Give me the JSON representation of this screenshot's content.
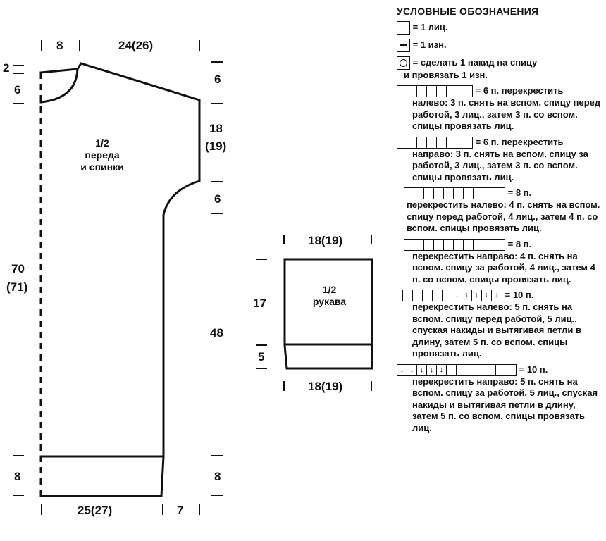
{
  "body_diagram": {
    "top_neck_width": "8",
    "top_shoulder_width": "24(26)",
    "left_top_drop": "2",
    "left_neck_depth": "6",
    "left_length": "70",
    "left_length_alt": "(71)",
    "left_rib": "8",
    "right_shoulder_drop": "6",
    "right_armhole": "18",
    "right_armhole_alt": "(19)",
    "right_armhole_curve": "6",
    "right_side": "48",
    "right_rib": "8",
    "bottom_width": "25(27)",
    "bottom_side_step": "7",
    "label_line1": "1/2",
    "label_line2": "переда",
    "label_line3": "и спинки"
  },
  "sleeve_diagram": {
    "top_width": "18(19)",
    "bottom_width": "18(19)",
    "height": "17",
    "cuff": "5",
    "label_line1": "1/2",
    "label_line2": "рукава"
  },
  "legend": {
    "title": "УСЛОВНЫЕ ОБОЗНАЧЕНИЯ",
    "knit": "= 1 лиц.",
    "purl": "= 1 изн.",
    "yo_line1": "= сделать 1 накид на спицу",
    "yo_line2": "и провязать 1 изн.",
    "c6l_eq": "= 6 п. перекрестить",
    "c6l_desc": "налево: 3 п. снять на вспом. спицу перед работой, 3 лиц., затем 3 п. со вспом. спицы провязать лиц.",
    "c6r_eq": "= 6 п. перекрестить",
    "c6r_desc": "направо: 3 п. снять на вспом. спицу за работой, 3 лиц., затем 3 п. со вспом. спицы провязать лиц.",
    "c8l_eq": "= 8 п.",
    "c8l_desc": "перекрестить налево: 4 п. снять на вспом. спицу перед работой, 4 лиц., затем 4 п. со вспом. спицы провязать лиц.",
    "c8r_eq": "= 8 п.",
    "c8r_desc": "перекрестить направо: 4 п. снять на вспом. спицу за работой, 4 лиц., затем 4 п. со вспом. спицы провязать лиц.",
    "c10l_eq": "= 10 п.",
    "c10l_desc": "перекрестить налево: 5 п. снять на вспом. спицу перед работой, 5 лиц., спуская накиды и вытягивая петли в длину, затем 5 п. со вспом. спицы провязать лиц.",
    "c10r_eq": "= 10 п.",
    "c10r_desc": "перекрестить направо: 5 п. снять на вспом. спицу за работой, 5 лиц., спуская накиды и вытягивая петли в длину, затем 5 п. со вспом. спицы провязать лиц."
  }
}
